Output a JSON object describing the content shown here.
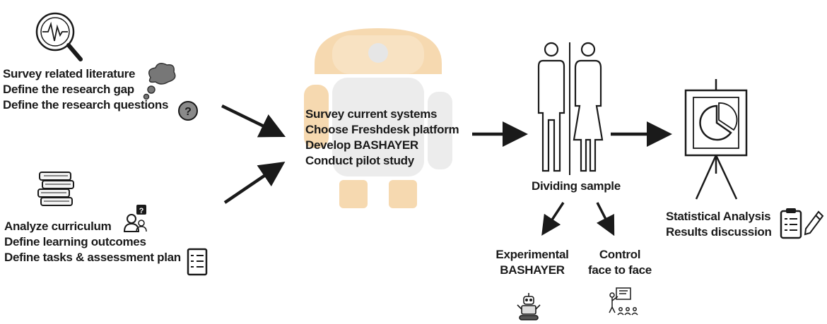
{
  "stage1": {
    "lines": [
      "Survey related literature",
      "Define the research gap",
      "Define the research questions"
    ]
  },
  "stage2": {
    "lines": [
      "Analyze curriculum",
      "Define learning outcomes",
      "Define tasks & assessment plan"
    ]
  },
  "stage3": {
    "lines": [
      "Survey current systems",
      "Choose Freshdesk platform",
      "Develop BASHAYER",
      "Conduct pilot study"
    ]
  },
  "sampling": {
    "label": "Dividing sample",
    "experimental": [
      "Experimental",
      "BASHAYER"
    ],
    "control": [
      "Control",
      "face to face"
    ]
  },
  "analysis": {
    "lines": [
      "Statistical Analysis",
      "Results discussion"
    ]
  },
  "colors": {
    "ink": "#1a1a1a",
    "watermark": "#f6d9b0",
    "watermark_grey": "#ececec"
  },
  "icons": [
    "magnifier-waveform-icon",
    "thought-cloud-icon",
    "question-mark-icon",
    "book-stack-icon",
    "person-question-icon",
    "checklist-icon",
    "robot-watermark-icon",
    "man-woman-icon",
    "robot-icon",
    "teacher-class-icon",
    "presentation-board-icon",
    "clipboard-icon",
    "pencil-icon"
  ]
}
